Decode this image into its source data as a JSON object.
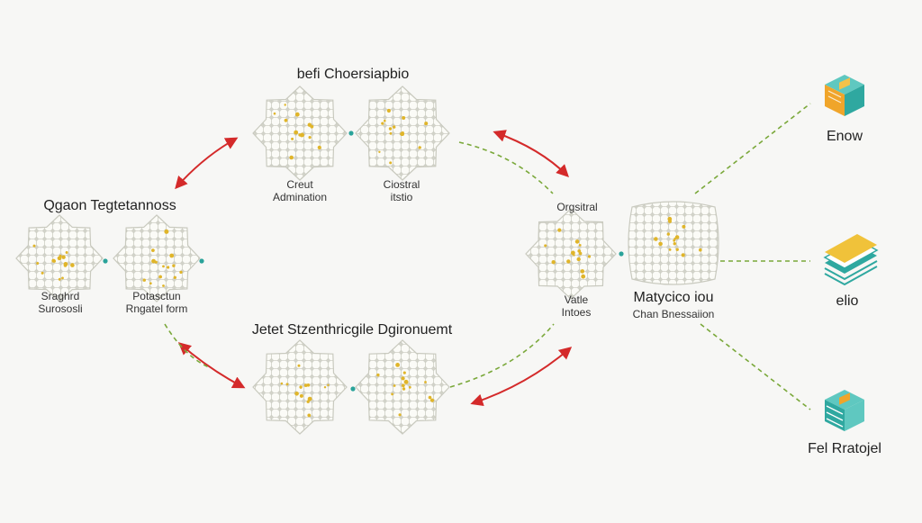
{
  "groups": {
    "top": {
      "title": "befi Choersiapbio",
      "left_caption": [
        "Creut",
        "Admination"
      ],
      "right_caption": [
        "Ciostral",
        "itstio"
      ]
    },
    "left": {
      "title": "Qgaon Tegtetannoss",
      "left_caption": [
        "Sraghrd",
        "Surososli"
      ],
      "right_caption": [
        "Potasctun",
        "Rngatel form"
      ]
    },
    "bottom": {
      "title": "Jetet Stzenthricgile Dgironuemt"
    },
    "right": {
      "top_label": "Orgsitral",
      "left_caption": [
        "Vatle",
        "Intoes"
      ],
      "right_title": "Matycico iou",
      "right_subtitle": "Chan Bnessaiion"
    }
  },
  "outputs": [
    {
      "label": "Enow",
      "icon": "cube-icon"
    },
    {
      "label": "elio",
      "icon": "layers-icon"
    },
    {
      "label": "Fel Rratojel",
      "icon": "database-icon"
    }
  ],
  "colors": {
    "arrow_red": "#d42a2a",
    "dash_green": "#7aa83a",
    "node_gold": "#e0b52a",
    "node_teal": "#2aa39a",
    "node_line": "#c9cabf",
    "icon_teal": "#2fa8a0",
    "icon_orange": "#f0a52a"
  }
}
